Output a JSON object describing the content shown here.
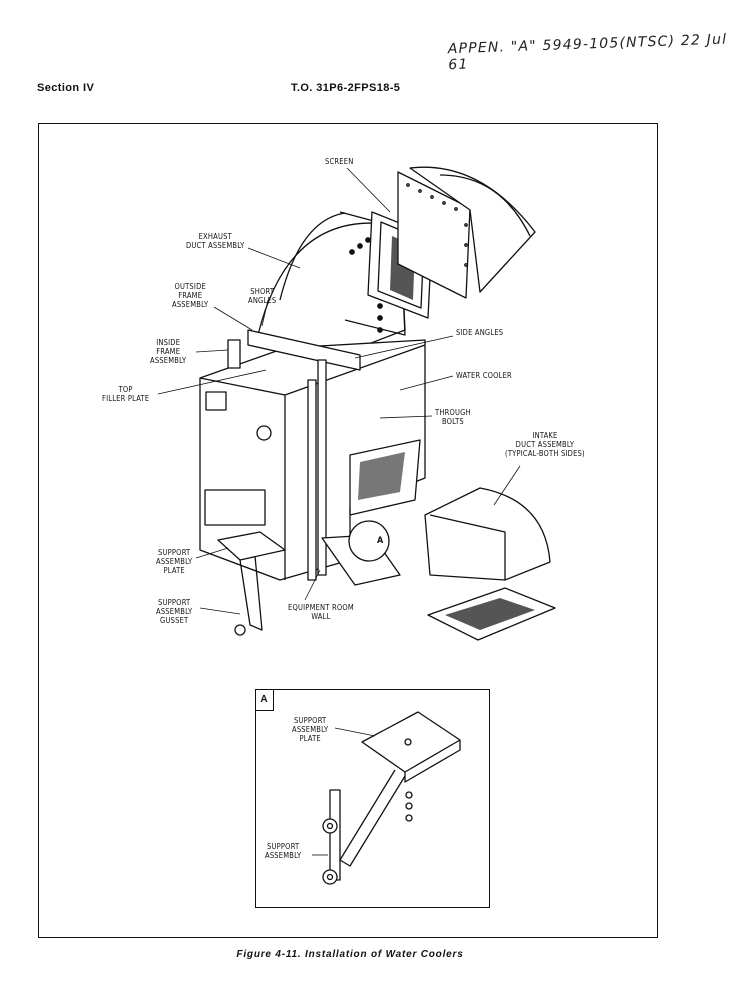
{
  "header": {
    "handwritten_note": "APPEN. \"A\" 5949-105(NTSC) 22 Jul 61",
    "section": "Section IV",
    "doc_number": "T.O. 31P6-2FPS18-5"
  },
  "figure": {
    "caption": "Figure 4-11.  Installation of Water Coolers",
    "inset_tag": "A",
    "callout_letter": "A",
    "labels": {
      "screen": [
        "SCREEN"
      ],
      "exhaust_duct": [
        "EXHAUST",
        "DUCT ASSEMBLY"
      ],
      "outside_frame": [
        "OUTSIDE",
        "FRAME",
        "ASSEMBLY"
      ],
      "short_angles": [
        "SHORT",
        "ANGLES"
      ],
      "inside_frame": [
        "INSIDE",
        "FRAME",
        "ASSEMBLY"
      ],
      "top_filler": [
        "TOP",
        "FILLER PLATE"
      ],
      "side_angles": [
        "SIDE ANGLES"
      ],
      "water_cooler": [
        "WATER COOLER"
      ],
      "through_bolts": [
        "THROUGH",
        "BOLTS"
      ],
      "intake_duct": [
        "INTAKE",
        "DUCT ASSEMBLY",
        "(TYPICAL-BOTH SIDES)"
      ],
      "support_plate": [
        "SUPPORT",
        "ASSEMBLY",
        "PLATE"
      ],
      "support_gusset": [
        "SUPPORT",
        "ASSEMBLY",
        "GUSSET"
      ],
      "equipment_wall": [
        "EQUIPMENT ROOM",
        "WALL"
      ],
      "inset_support_plate": [
        "SUPPORT",
        "ASSEMBLY",
        "PLATE"
      ],
      "inset_support_assembly": [
        "SUPPORT",
        "ASSEMBLY"
      ]
    }
  }
}
